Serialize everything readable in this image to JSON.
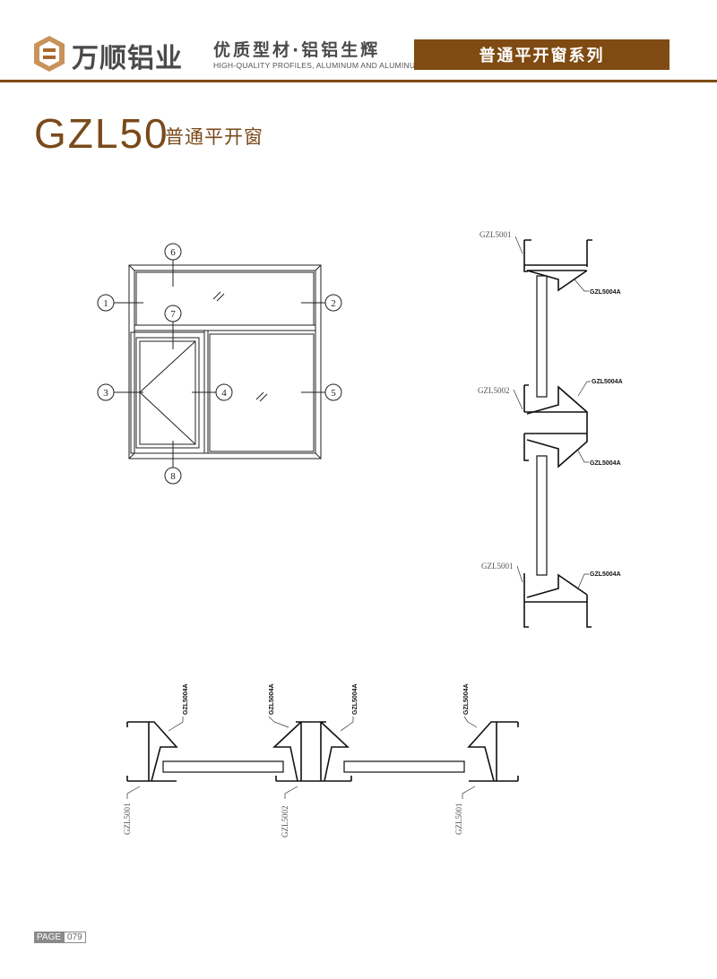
{
  "header": {
    "brand": "万顺铝业",
    "slogan": "优质型材·铝铝生辉",
    "slogan_en": "HIGH-QUALITY PROFILES, ALUMINUM AND ALUMINUM",
    "series": "普通平开窗系列",
    "accent": "#7f4b12"
  },
  "title": {
    "model": "GZL50",
    "name": "普通平开窗"
  },
  "elevation": {
    "callouts": [
      "1",
      "2",
      "3",
      "4",
      "5",
      "6",
      "7",
      "8"
    ]
  },
  "vertical_section": {
    "labels": [
      "GZL5001",
      "GZL5004A",
      "GZL5002",
      "GZL5004A",
      "GZL5004A",
      "GZL5001",
      "GZL5004A"
    ]
  },
  "horizontal_section": {
    "labels_top": [
      "GZL5004A",
      "GZL5004A",
      "GZL5004A",
      "GZL5004A"
    ],
    "labels_bottom": [
      "GZL5001",
      "GZL5002",
      "GZL5001"
    ]
  },
  "footer": {
    "page_label": "PAGE",
    "page_number": "079"
  }
}
